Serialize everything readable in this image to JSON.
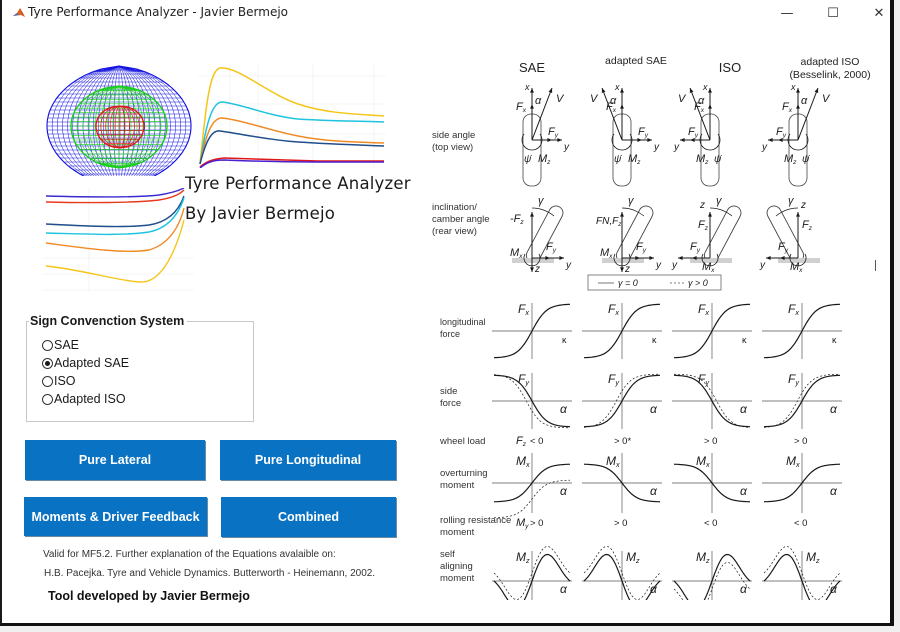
{
  "window": {
    "title": "Tyre Performance Analyzer - Javier Bermejo",
    "controls": {
      "minimize": "—",
      "maximize": "☐",
      "close": "✕"
    }
  },
  "logo": {
    "title": "Tyre Performance Analyzer",
    "subtitle": "By Javier Bermejo",
    "colors": {
      "blue": "#1010e0",
      "green": "#18d018",
      "red": "#e01818",
      "yellow": "#f5c518",
      "cyan": "#1ec3e0",
      "orange": "#f08a24",
      "navy": "#1f4e8c",
      "purple": "#4b1fd0"
    }
  },
  "sign_convention": {
    "title": "Sign Convenction System",
    "options": [
      {
        "label": "SAE",
        "selected": false
      },
      {
        "label": "Adapted SAE",
        "selected": true
      },
      {
        "label": "ISO",
        "selected": false
      },
      {
        "label": "Adapted ISO",
        "selected": false
      }
    ]
  },
  "buttons": {
    "pure_lateral": "Pure Lateral",
    "pure_longitudinal": "Pure Longitudinal",
    "moments": "Moments & Driver Feedback",
    "combined": "Combined",
    "color": "#0a72c2"
  },
  "notes": {
    "line1": "Valid for MF5.2. Further explanation of the Equations avalaible on:",
    "line2": "H.B. Pacejka. Tyre and Vehicle Dynamics. Butterworth - Heinemann, 2002.",
    "credit": "Tool developed by Javier Bermejo"
  },
  "diagram": {
    "columns": [
      "SAE",
      "adapted SAE",
      "ISO",
      "adapted ISO",
      "(Besselink, 2000)"
    ],
    "row_labels": {
      "side_angle": [
        "side angle",
        "(top view)"
      ],
      "inclination": [
        "inclination/",
        "camber angle",
        "(rear view)"
      ],
      "longitudinal": [
        "longitudinal",
        "force"
      ],
      "side": [
        "side",
        "force"
      ],
      "wheel_load": "wheel load",
      "overturning": [
        "overturning",
        "moment"
      ],
      "rolling": [
        "rolling resistance",
        "moment"
      ],
      "self_aligning": [
        "self",
        "aligning",
        "moment"
      ]
    },
    "legend": {
      "solid": "γ = 0",
      "dashed": "γ > 0"
    },
    "wheel_load_values": [
      "< 0",
      "> 0*",
      "> 0",
      "> 0"
    ],
    "wheel_load_symbol": "F",
    "rolling_values": [
      "> 0",
      "> 0",
      "< 0",
      "< 0"
    ],
    "rolling_symbol": "M",
    "axis_labels": {
      "Fx": "F",
      "Fy": "F",
      "Mx": "M",
      "Mz": "M",
      "kappa": "κ",
      "alpha": "α"
    },
    "top_labels": {
      "x": "x",
      "y": "y",
      "z": "z",
      "V": "V",
      "alpha": "α",
      "gamma": "γ",
      "psi": "ψ̇",
      "Fx": "F",
      "Fy": "F",
      "Fz": "F",
      "Mz": "M",
      "Mx": "M",
      "minusFz": "-F",
      "FN": "F"
    }
  }
}
